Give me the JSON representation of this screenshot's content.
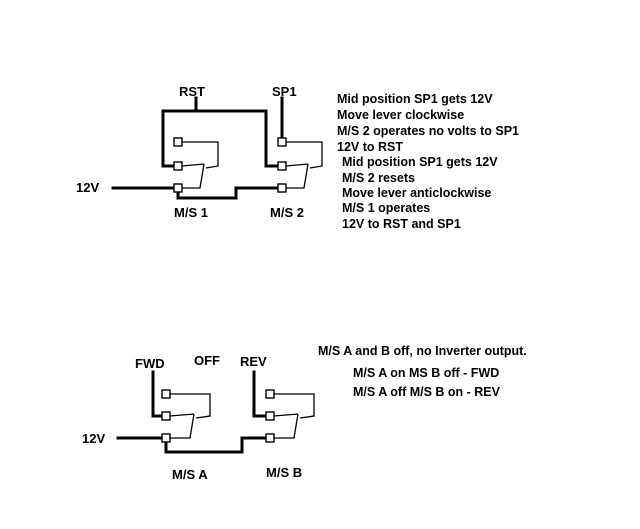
{
  "top": {
    "labels": {
      "rst": "RST",
      "sp1": "SP1",
      "supply": "12V",
      "ms1": "M/S 1",
      "ms2": "M/S 2"
    },
    "notes": [
      {
        "bold": "Mid position  SP1 gets 12V",
        "light": ""
      },
      {
        "bold": "Move lever clockwise",
        "light": ""
      },
      {
        "bold": "M/S 2 operates",
        "light": " no volts to SP1"
      },
      {
        "bold": "12V to RST",
        "light": ""
      },
      {
        "bold": "Mid position  SP1 gets 12V",
        "light": ""
      },
      {
        "bold": "M/S 2 resets",
        "light": ""
      },
      {
        "bold": "Move lever anticlockwise",
        "light": ""
      },
      {
        "bold": "M/S 1 operates",
        "light": ""
      },
      {
        "bold": "12V to RST and SP1",
        "light": ""
      }
    ]
  },
  "bottom": {
    "labels": {
      "fwd": "FWD",
      "off": "OFF",
      "rev": "REV",
      "supply": "12V",
      "msa": "M/S A",
      "msb": "M/S B"
    },
    "notes": [
      "M/S A and B off, no Inverter output.",
      "M/S A on MS B off - FWD",
      "M/S A off M/S B on - REV"
    ]
  }
}
